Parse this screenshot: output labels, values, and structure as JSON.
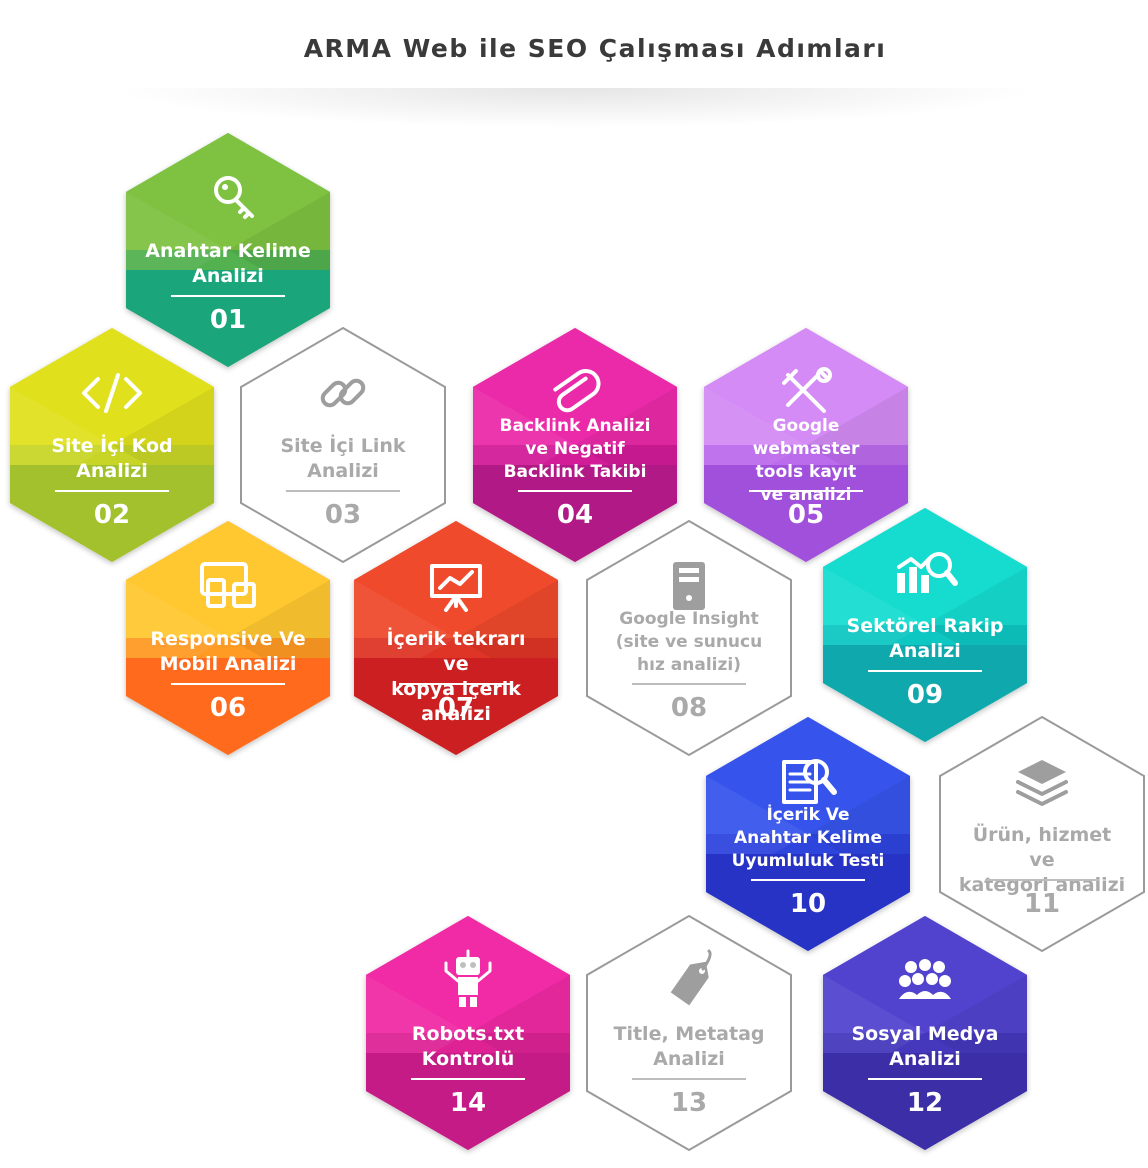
{
  "title": "ARMA Web ile SEO Çalışması Adımları",
  "steps": [
    {
      "num": "01",
      "lines": [
        "Anahtar Kelime",
        "Analizi"
      ],
      "icon": "key-icon",
      "style": "filled",
      "top": "#7fc241",
      "mid": "#52b150",
      "bottom": "#1aa57a"
    },
    {
      "num": "02",
      "lines": [
        "Site İçi Kod",
        "Analizi"
      ],
      "icon": "code-icon",
      "style": "filled",
      "top": "#e0e11c",
      "mid": "#c8d526",
      "bottom": "#a3c12d"
    },
    {
      "num": "03",
      "lines": [
        "Site İçi Link",
        "Analizi"
      ],
      "icon": "link-icon",
      "style": "outline"
    },
    {
      "num": "04",
      "lines": [
        "Backlink Analizi",
        "ve Negatif",
        "Backlink Takibi"
      ],
      "icon": "paperclip-icon",
      "style": "filled",
      "top": "#ea2aa8",
      "mid": "#d21f98",
      "bottom": "#b11a86"
    },
    {
      "num": "05",
      "lines": [
        "Google webmaster",
        "tools kayıt",
        "ve analizi"
      ],
      "icon": "tools-icon",
      "style": "filled",
      "top": "#d48bf5",
      "mid": "#bb6cec",
      "bottom": "#a150dc"
    },
    {
      "num": "06",
      "lines": [
        "Responsive Ve",
        "Mobil Analizi"
      ],
      "icon": "devices-icon",
      "style": "filled",
      "top": "#ffc830",
      "mid": "#ff9a22",
      "bottom": "#ff6a1c"
    },
    {
      "num": "07",
      "lines": [
        "İçerik tekrarı ve",
        "kopya içerik analizi"
      ],
      "icon": "presentation-icon",
      "style": "filled",
      "top": "#ef4a2c",
      "mid": "#de3526",
      "bottom": "#cb1f21"
    },
    {
      "num": "08",
      "lines": [
        "Google Insight",
        "(site ve sunucu",
        "hız analizi)"
      ],
      "icon": "server-icon",
      "style": "outline"
    },
    {
      "num": "09",
      "lines": [
        "Sektörel Rakip",
        "Analizi"
      ],
      "icon": "chart-search-icon",
      "style": "filled",
      "top": "#16dcd0",
      "mid": "#11c7c2",
      "bottom": "#0fa9ad"
    },
    {
      "num": "10",
      "lines": [
        "İçerik Ve",
        "Anahtar Kelime",
        "Uyumluluk Testi"
      ],
      "icon": "document-search-icon",
      "style": "filled",
      "top": "#3654ec",
      "mid": "#2d44dd",
      "bottom": "#2733c5"
    },
    {
      "num": "11",
      "lines": [
        "Ürün, hizmet ve",
        "kategori analizi"
      ],
      "icon": "layers-icon",
      "style": "outline"
    },
    {
      "num": "12",
      "lines": [
        "Sosyal Medya",
        "Analizi"
      ],
      "icon": "people-icon",
      "style": "filled",
      "top": "#5243cf",
      "mid": "#4538bd",
      "bottom": "#3b2ea7"
    },
    {
      "num": "13",
      "lines": [
        "Title, Metatag",
        "Analizi"
      ],
      "icon": "tag-icon",
      "style": "outline"
    },
    {
      "num": "14",
      "lines": [
        "Robots.txt",
        "Kontrolü"
      ],
      "icon": "robot-icon",
      "style": "filled",
      "top": "#f12aa5",
      "mid": "#de2294",
      "bottom": "#c41b86"
    }
  ]
}
